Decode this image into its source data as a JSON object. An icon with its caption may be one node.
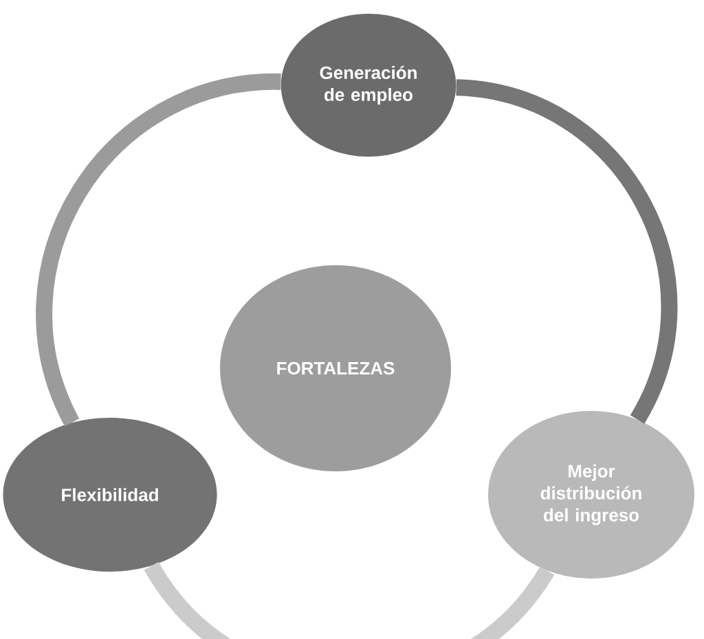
{
  "diagram": {
    "nodes": [
      {
        "text": [
          "Generación de empleo"
        ]
      },
      {
        "text": [
          "FORTALEZAS"
        ]
      },
      {
        "text": [
          "Flexibilidad"
        ]
      },
      {
        "text": [
          "Mejor distribución del ingreso"
        ]
      }
    ],
    "edges": [
      {
        "from": 0,
        "to": 3,
        "arrow": "none",
        "color": "#767676"
      },
      {
        "from": 3,
        "to": 2,
        "arrow": "none",
        "color": "#cbcbcb"
      },
      {
        "from": 2,
        "to": 0,
        "arrow": "none",
        "color": "#9b9b9b"
      }
    ]
  }
}
